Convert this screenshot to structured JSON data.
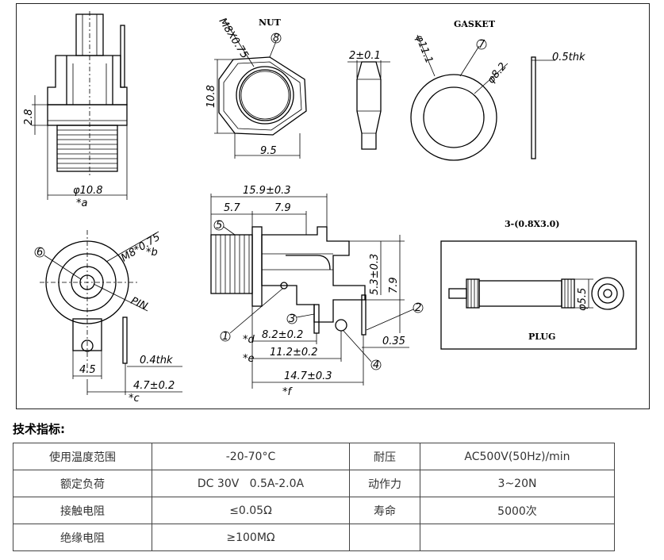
{
  "drawing": {
    "labels": {
      "nut": "NUT",
      "gasket": "GASKET",
      "plug": "PLUG",
      "plug_count": "3-(0.8X3.0)",
      "m8x075": "M8X0.75",
      "m8_075_b": "M8*0.75",
      "b_mark": "*b",
      "pin": "PIN",
      "dim_2_8": "2.8",
      "dim_10_8_dia": "φ10.8",
      "a_mark": "*a",
      "dim_10_8": "10.8",
      "dim_9_5": "9.5",
      "dim_2_01": "2±0.1",
      "dim_11_1": "φ11.1",
      "dim_8_2": "φ8.2",
      "dim_0_5thk": "0.5thk",
      "dim_15_9": "15.9±0.3",
      "dim_5_7": "5.7",
      "dim_7_9_h": "7.9",
      "dim_5_3": "5.3±0.3",
      "dim_7_9_v": "7.9",
      "dim_8_2_02": "8.2±0.2",
      "d_mark": "*d",
      "dim_11_2": "11.2±0.2",
      "e_mark": "*e",
      "dim_0_35": "0.35",
      "dim_14_7": "14.7±0.3",
      "f_mark": "*f",
      "dim_0_4thk": "0.4thk",
      "dim_4_5": "4.5",
      "dim_4_7": "4.7±0.2",
      "c_mark": "*c",
      "dim_5_5": "φ5.5",
      "callout_1": "1",
      "callout_2": "2",
      "callout_3": "3",
      "callout_4": "4",
      "callout_5": "5",
      "callout_6": "6",
      "callout_7": "7",
      "callout_8": "8"
    }
  },
  "specs": {
    "title": "技术指标:",
    "rows": [
      {
        "k1": "使用温度范围",
        "v1": "-20-70°C",
        "k2": "耐压",
        "v2": "AC500V(50Hz)/min"
      },
      {
        "k1": "额定负荷",
        "v1": "DC 30V   0.5A-2.0A",
        "k2": "动作力",
        "v2": "3~20N"
      },
      {
        "k1": "接触电阻",
        "v1": "≤0.05Ω",
        "k2": "寿命",
        "v2": "5000次"
      },
      {
        "k1": "绝缘电阻",
        "v1": "≥100MΩ",
        "k2": "",
        "v2": ""
      }
    ]
  }
}
